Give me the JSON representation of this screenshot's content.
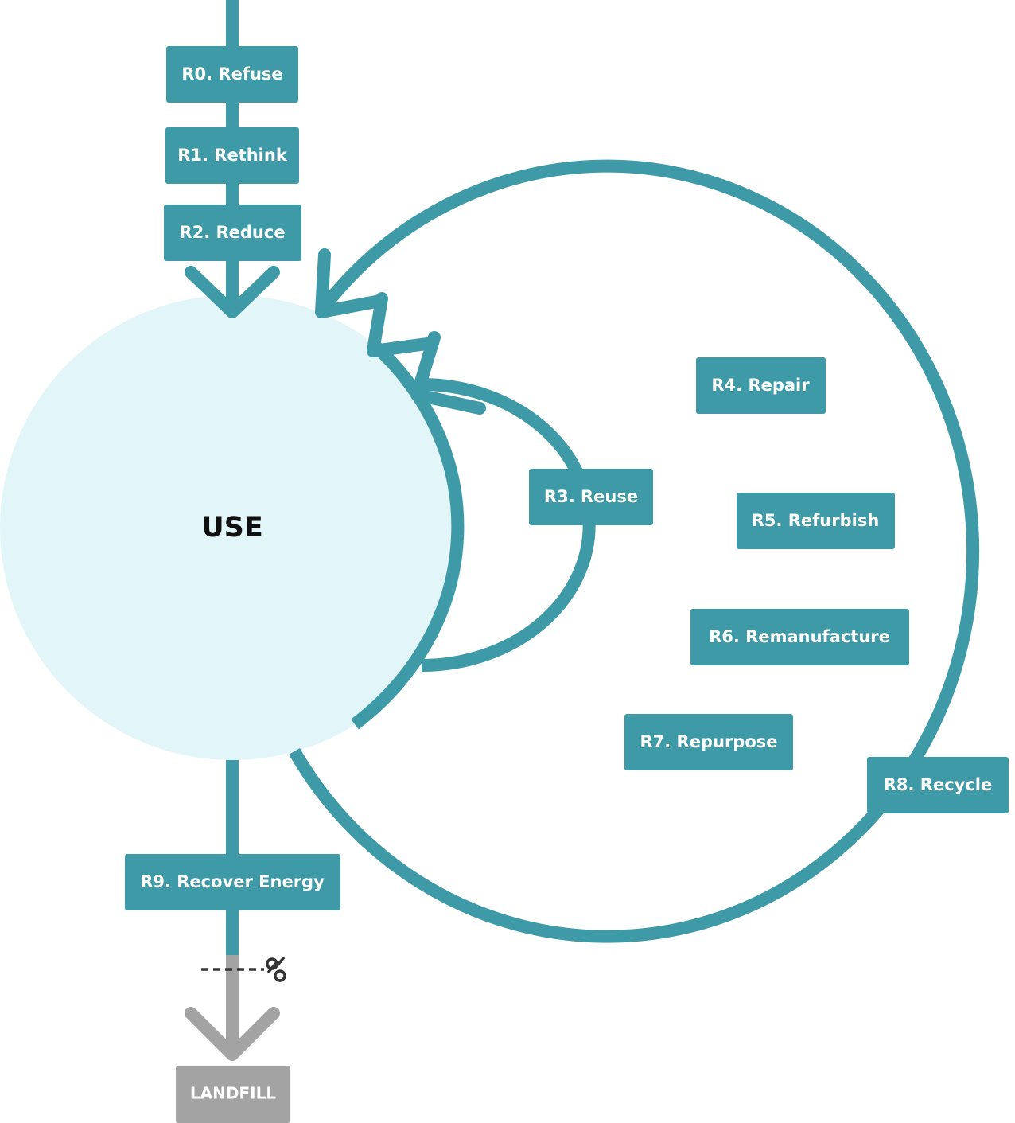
{
  "colors": {
    "teal": "#3f9aa8",
    "use_circle": "#e2f5f8",
    "grey": "#a3a3a3",
    "scissors": "#333333"
  },
  "center": {
    "label": "USE"
  },
  "steps": [
    {
      "id": "r0",
      "label": "R0. Refuse"
    },
    {
      "id": "r1",
      "label": "R1. Rethink"
    },
    {
      "id": "r2",
      "label": "R2. Reduce"
    },
    {
      "id": "r3",
      "label": "R3. Reuse"
    },
    {
      "id": "r4",
      "label": "R4. Repair"
    },
    {
      "id": "r5",
      "label": "R5. Refurbish"
    },
    {
      "id": "r6",
      "label": "R6. Remanufacture"
    },
    {
      "id": "r7",
      "label": "R7. Repurpose"
    },
    {
      "id": "r8",
      "label": "R8. Recycle"
    },
    {
      "id": "r9",
      "label": "R9. Recover Energy"
    }
  ],
  "end": {
    "label": "LANDFILL"
  },
  "icons": {
    "cut": "scissors-icon"
  }
}
